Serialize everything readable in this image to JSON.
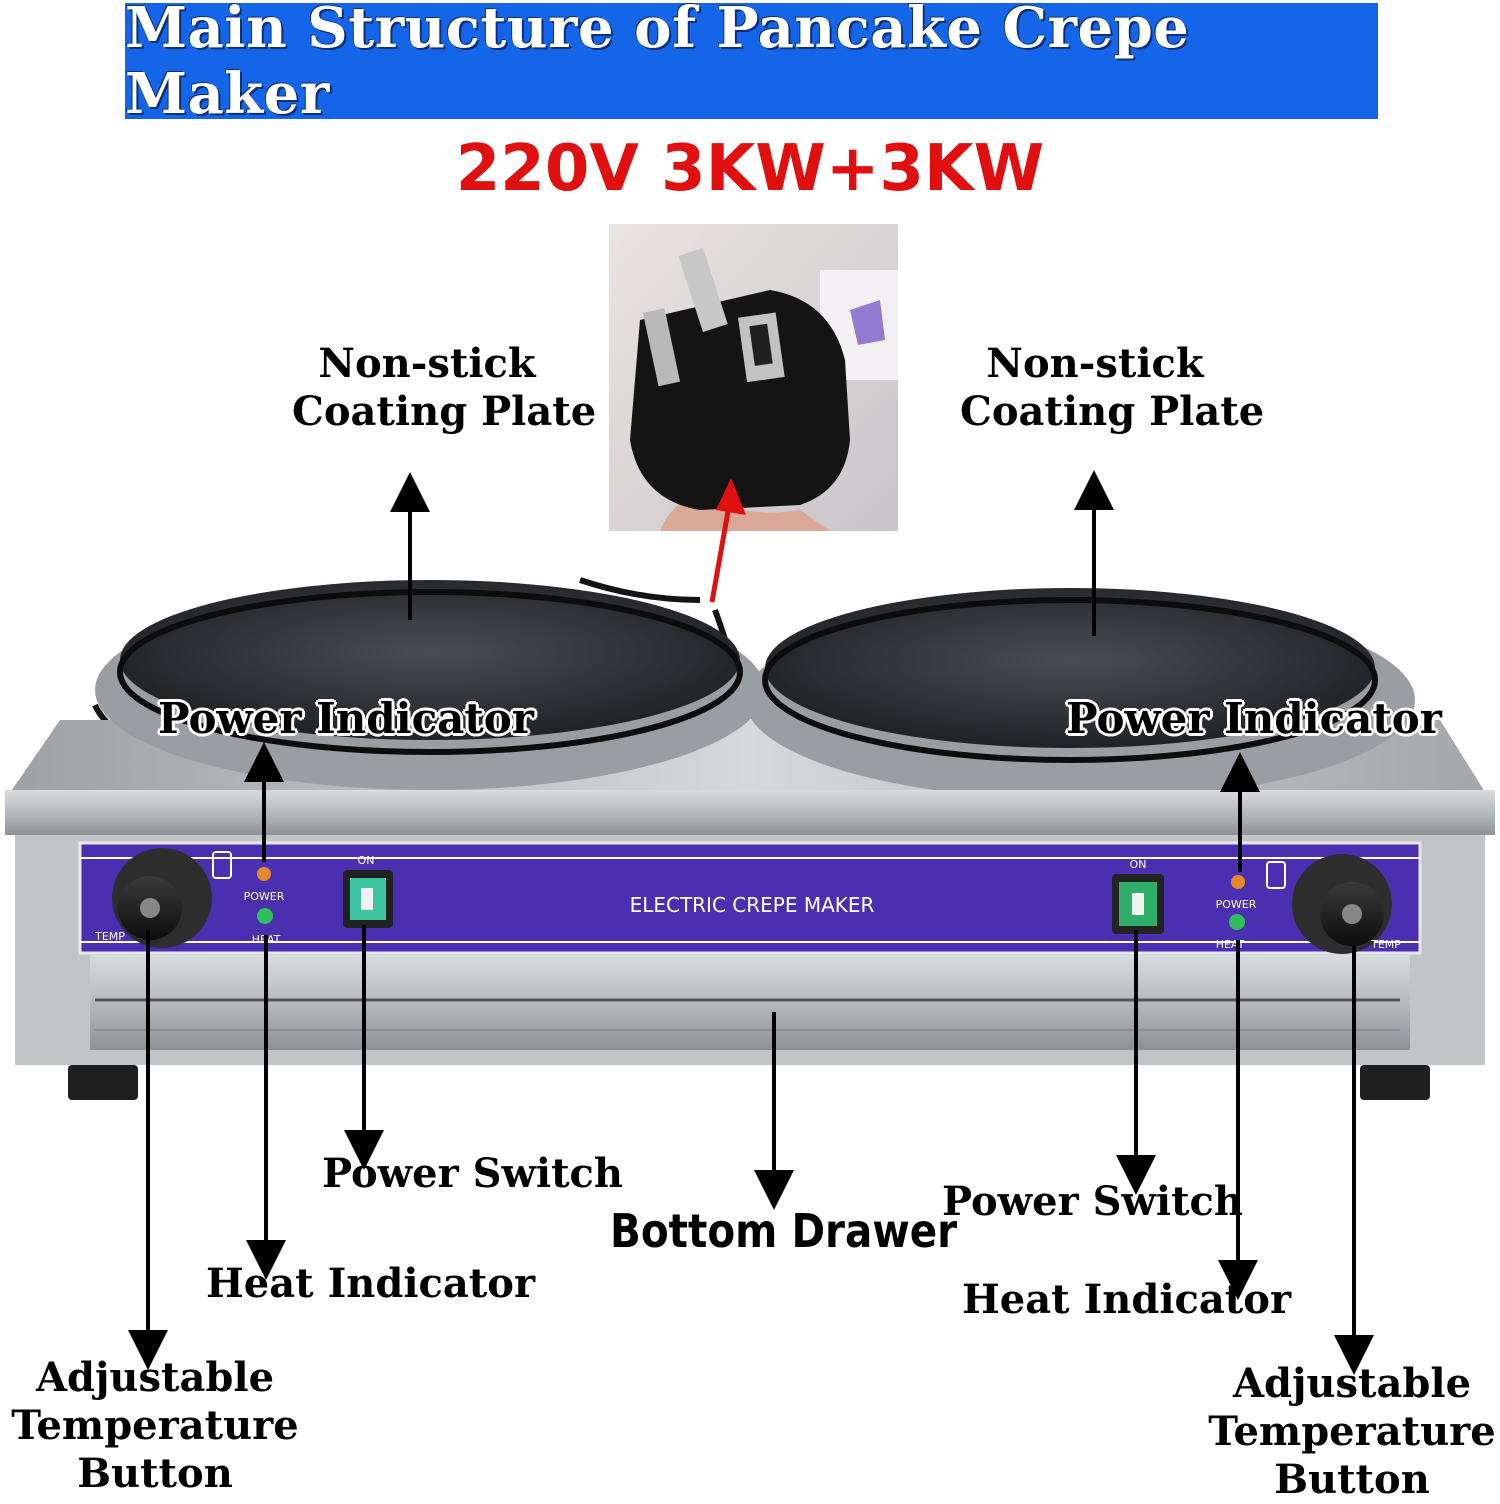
{
  "title": "Main Structure of Pancake Crepe Maker",
  "spec": "220V 3KW+3KW",
  "machine": {
    "panel_text": "ELECTRIC CREPE MAKER",
    "left_panel": {
      "on": "ON",
      "power": "POWER",
      "heat": "HEAT",
      "temp": "TEMP"
    },
    "right_panel": {
      "on": "ON",
      "power": "POWER",
      "heat": "HEAT",
      "temp": "TEMP"
    }
  },
  "labels": {
    "plate_left": [
      "Non-stick",
      "Coating Plate"
    ],
    "plate_right": [
      "Non-stick",
      "Coating Plate"
    ],
    "power_indicator_left": "Power Indicator",
    "power_indicator_right": "Power Indicator",
    "power_switch_left": "Power Switch",
    "power_switch_right": "Power Switch",
    "bottom_drawer": "Bottom Drawer",
    "heat_indicator_left": "Heat Indicator",
    "heat_indicator_right": "Heat Indicator",
    "temp_button_left": [
      "Adjustable",
      "Temperature",
      "Button"
    ],
    "temp_button_right": [
      "Adjustable",
      "Temperature",
      "Button"
    ]
  },
  "colors": {
    "banner": "#1565e8",
    "spec": "#e01010",
    "panel": "#4a2fb0",
    "arrow": "#000000",
    "plug_arrow": "#e01010"
  }
}
